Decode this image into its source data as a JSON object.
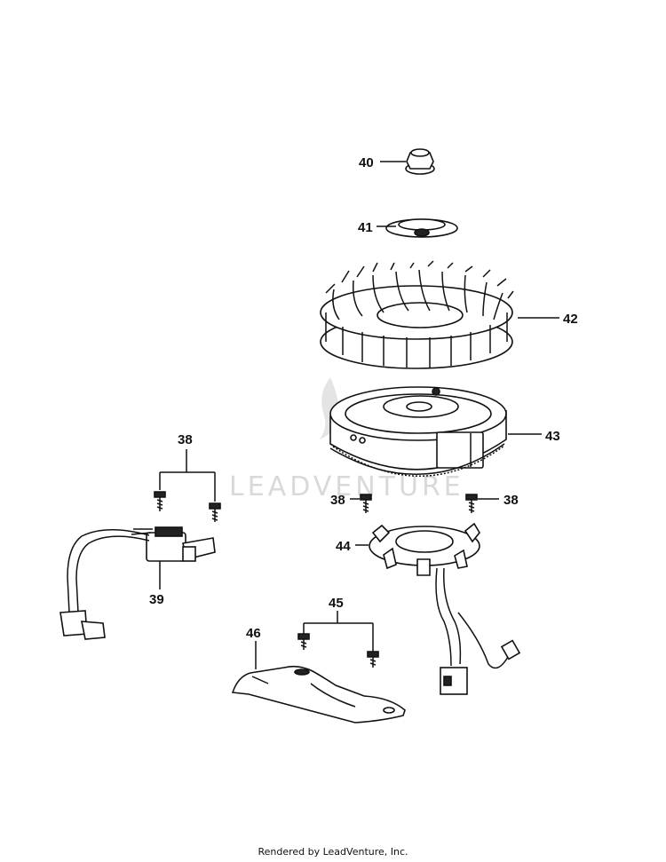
{
  "callouts": {
    "c40": "40",
    "c41": "41",
    "c42": "42",
    "c43": "43",
    "c38_top": "38",
    "c38_left": "38",
    "c38_right": "38",
    "c44": "44",
    "c39": "39",
    "c45": "45",
    "c46": "46"
  },
  "watermark": "LEADVENTURE",
  "footer": "Rendered by LeadVenture, Inc.",
  "colors": {
    "line": "#111111",
    "watermark": "#d9d9d9",
    "background": "#ffffff"
  }
}
